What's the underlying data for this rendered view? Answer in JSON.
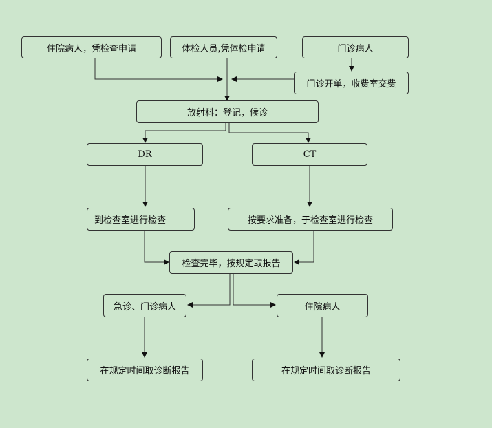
{
  "nodes": {
    "inpatient_apply": "住院病人，凭检查申请",
    "checkup_apply": "体检人员,凭体检申请",
    "outpatient": "门诊病人",
    "outpatient_pay": "门诊开单，收费室交费",
    "radiology_register": "放射科：登记，候诊",
    "dr": "DR",
    "ct": "CT",
    "dr_exam": "到检查室进行检查",
    "ct_exam": "按要求准备，于检查室进行检查",
    "exam_done": "检查完毕，按规定取报告",
    "emergency_outpatient": "急诊、门诊病人",
    "inpatient": "住院病人",
    "report_left": "在规定时间取诊断报告",
    "report_right": "在规定时间取诊断报告"
  },
  "colors": {
    "background": "#cde6cd",
    "line": "#333333"
  }
}
